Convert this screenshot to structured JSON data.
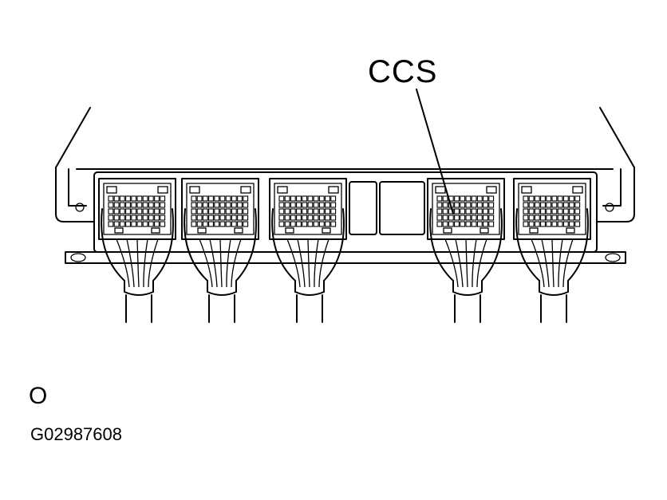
{
  "callout": {
    "label": "CCS"
  },
  "mode_label": "O",
  "figure_code": "G02987608",
  "connectors": [
    {
      "id": "c1"
    },
    {
      "id": "c2"
    },
    {
      "id": "c3"
    },
    {
      "id": "c4"
    },
    {
      "id": "c5"
    }
  ],
  "callout_target": "c4",
  "colors": {
    "line": "#000000",
    "background": "#ffffff"
  }
}
